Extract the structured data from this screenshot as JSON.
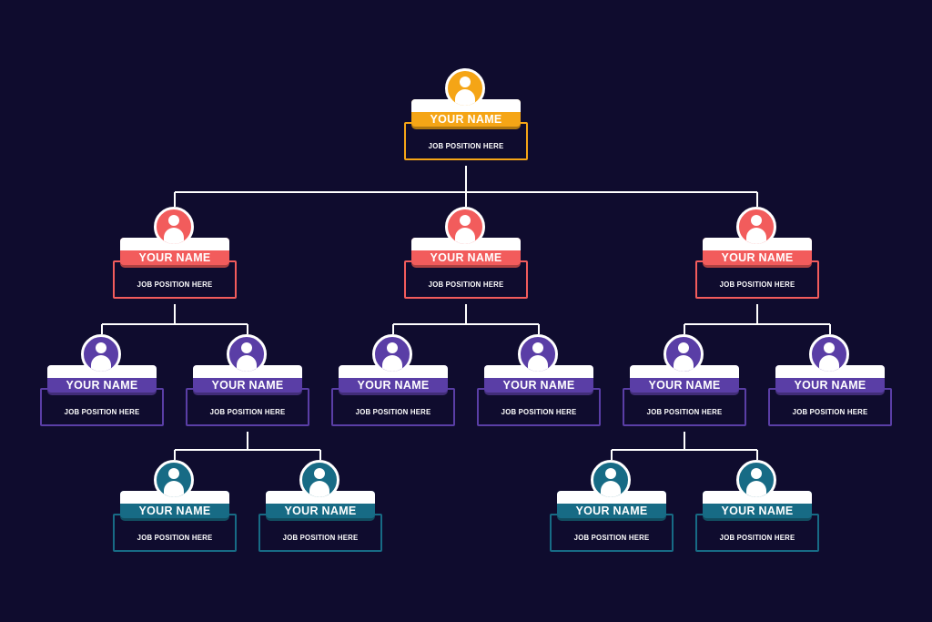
{
  "colors": {
    "background": "#0f0c2e",
    "connector": "#ffffff",
    "level_1": "#f5a516",
    "level_2": "#f25c5c",
    "level_3": "#5a3ea6",
    "level_4": "#176b85"
  },
  "nodes": [
    {
      "id": "ceo",
      "parent": null,
      "level": 1,
      "name": "YOUR NAME",
      "position": "JOB POSITION HERE",
      "icon": "person-icon"
    },
    {
      "id": "manager-left",
      "parent": "ceo",
      "level": 2,
      "name": "YOUR NAME",
      "position": "JOB POSITION HERE",
      "icon": "person-icon"
    },
    {
      "id": "manager-center",
      "parent": "ceo",
      "level": 2,
      "name": "YOUR NAME",
      "position": "JOB POSITION HERE",
      "icon": "person-icon"
    },
    {
      "id": "manager-right",
      "parent": "ceo",
      "level": 2,
      "name": "YOUR NAME",
      "position": "JOB POSITION HERE",
      "icon": "person-icon"
    },
    {
      "id": "lead-1",
      "parent": "manager-left",
      "level": 3,
      "name": "YOUR NAME",
      "position": "JOB POSITION HERE",
      "icon": "person-icon"
    },
    {
      "id": "lead-2",
      "parent": "manager-left",
      "level": 3,
      "name": "YOUR NAME",
      "position": "JOB POSITION HERE",
      "icon": "person-icon"
    },
    {
      "id": "lead-3",
      "parent": "manager-center",
      "level": 3,
      "name": "YOUR NAME",
      "position": "JOB POSITION HERE",
      "icon": "person-icon"
    },
    {
      "id": "lead-4",
      "parent": "manager-center",
      "level": 3,
      "name": "YOUR NAME",
      "position": "JOB POSITION HERE",
      "icon": "person-icon"
    },
    {
      "id": "lead-5",
      "parent": "manager-right",
      "level": 3,
      "name": "YOUR NAME",
      "position": "JOB POSITION HERE",
      "icon": "person-icon"
    },
    {
      "id": "lead-6",
      "parent": "manager-right",
      "level": 3,
      "name": "YOUR NAME",
      "position": "JOB POSITION HERE",
      "icon": "person-icon"
    },
    {
      "id": "staff-1",
      "parent": "lead-2",
      "level": 4,
      "name": "YOUR NAME",
      "position": "JOB POSITION HERE",
      "icon": "person-icon"
    },
    {
      "id": "staff-2",
      "parent": "lead-2",
      "level": 4,
      "name": "YOUR NAME",
      "position": "JOB POSITION HERE",
      "icon": "person-icon"
    },
    {
      "id": "staff-3",
      "parent": "lead-5",
      "level": 4,
      "name": "YOUR NAME",
      "position": "JOB POSITION HERE",
      "icon": "person-icon"
    },
    {
      "id": "staff-4",
      "parent": "lead-5",
      "level": 4,
      "name": "YOUR NAME",
      "position": "JOB POSITION HERE",
      "icon": "person-icon"
    }
  ]
}
